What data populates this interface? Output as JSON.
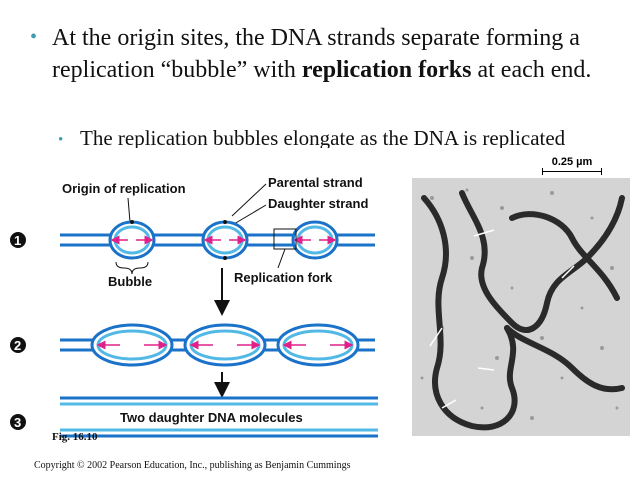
{
  "slide": {
    "bullet_main_pre": "At the origin sites, the DNA strands separate forming a replication “bubble” with ",
    "bullet_main_bold": "replication forks",
    "bullet_main_post": " at each end.",
    "bullet_sub": "The replication bubbles elongate as the DNA is replicated"
  },
  "diagram": {
    "label_origin": "Origin of replication",
    "label_parental": "Parental strand",
    "label_daughter": "Daughter strand",
    "label_bubble": "Bubble",
    "label_fork": "Replication fork",
    "label_molecules": "Two daughter DNA molecules",
    "step1": "1",
    "step2": "2",
    "step3": "3",
    "colors": {
      "parental": "#1a72c9",
      "daughter": "#52b8e6",
      "arrow": "#e0218a"
    }
  },
  "micrograph": {
    "scale_label": "0.25 µm"
  },
  "footer": {
    "figure_ref": "Fig. 16.10",
    "copyright": "Copyright © 2002 Pearson Education, Inc., publishing as Benjamin Cummings"
  }
}
